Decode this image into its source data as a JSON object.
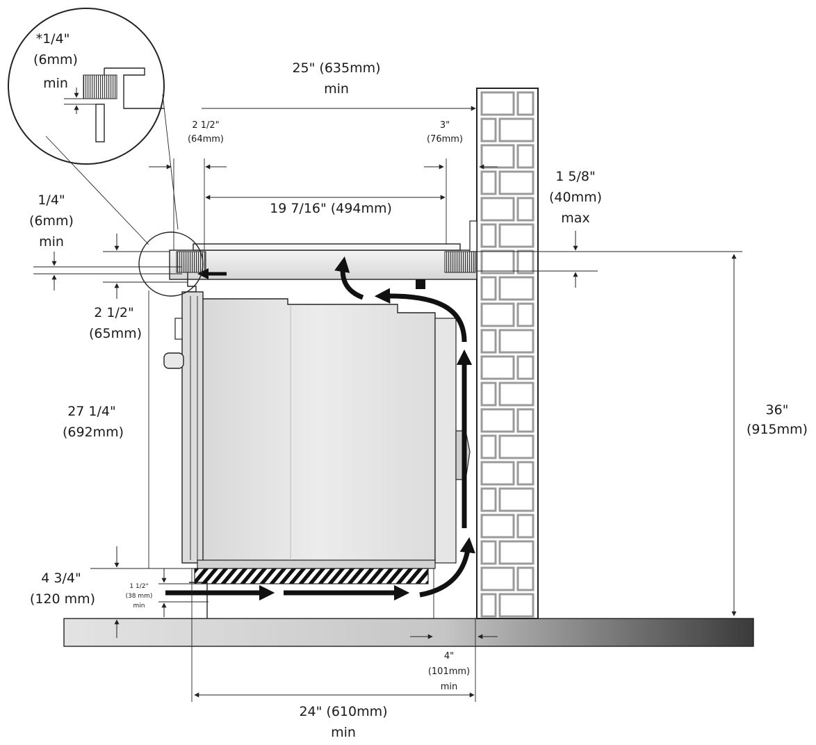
{
  "detail": {
    "gap_value": "*1/4\"",
    "gap_mm": "(6mm)",
    "gap_min": "min"
  },
  "dimensions": {
    "depth_clearance": {
      "value": "25\" (635mm)",
      "qualifier": "min"
    },
    "front_offset": {
      "value": "2 1/2\"",
      "mm": "(64mm)"
    },
    "rear_offset": {
      "value": "3\"",
      "mm": "(76mm)"
    },
    "cutout_depth": {
      "value": "19 7/16\" (494mm)"
    },
    "overhang": {
      "value": "1 5/8\"",
      "mm": "(40mm)",
      "qualifier": "max"
    },
    "top_gap": {
      "value": "1/4\"",
      "mm": "(6mm)",
      "qualifier": "min"
    },
    "panel_offset": {
      "value": "2 1/2\"",
      "mm": "(65mm)"
    },
    "oven_height": {
      "value": "27 1/4\"",
      "mm": "(692mm)"
    },
    "counter_height": {
      "value": "36\"",
      "mm": "(915mm)"
    },
    "base_height": {
      "value": "4 3/4\"",
      "mm": "(120 mm)"
    },
    "vent_gap": {
      "value": "1 1/2\"",
      "mm": "(38 mm)",
      "qualifier": "min"
    },
    "rear_gap": {
      "value": "4\"",
      "mm": "(101mm)",
      "qualifier": "min"
    },
    "cabinet_depth": {
      "value": "24\" (610mm)",
      "qualifier": "min"
    }
  },
  "colors": {
    "ink": "#222222",
    "oven_body": "#e4e4e4",
    "brick_fill": "#ffffff",
    "brick_mortar": "#9a9a9a",
    "floor_light": "#dcdcdc",
    "floor_dark": "#3a3a3a",
    "airflow": "#111111"
  }
}
